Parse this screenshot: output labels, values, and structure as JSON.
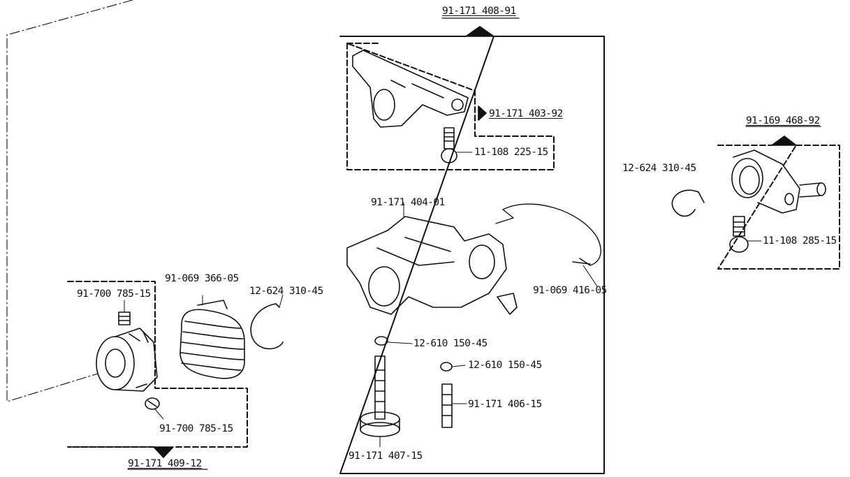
{
  "labels": {
    "assembly_top": "91-171 408-91",
    "subassembly_lever": "91-171 403-92",
    "screw_lever": "11-108 225-15",
    "bracket": "91-171 404-01",
    "spring_wire": "91-069 416-05",
    "eclip_1": "12-610 150-45",
    "eclip_2": "12-610 150-45",
    "pin_short": "91-171 406-15",
    "thumb_screw": "91-171 407-15",
    "assembly_right": "91-169 468-92",
    "ring_right": "12-624 310-45",
    "screw_right": "11-108 285-15",
    "assembly_left": "91-171 409-12",
    "setscrew_top": "91-700 785-15",
    "setscrew_bottom": "91-700 785-15",
    "torsion_spring": "91-069 366-05",
    "ring_left": "12-624 310-45"
  },
  "colors": {
    "ink": "#111111",
    "paper": "#ffffff"
  }
}
